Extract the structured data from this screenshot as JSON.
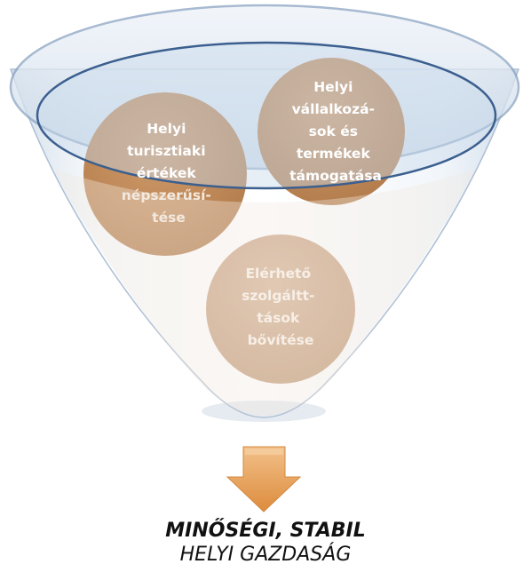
{
  "circles": [
    {
      "id": "left",
      "lines": [
        "Helyi",
        "turisztiaki",
        "értékek",
        "népszerűsí-",
        "tése"
      ]
    },
    {
      "id": "right",
      "lines": [
        "Helyi",
        "vállalkozá-",
        "sok és",
        "termékek",
        "támogatása"
      ]
    },
    {
      "id": "bottom",
      "lines": [
        "Elérhető",
        "szolgáltt-",
        "tások",
        "bővítése"
      ]
    }
  ],
  "result": {
    "line1": "MINŐSÉGI, STABIL",
    "line2": "HELYI GAZDASÁG"
  },
  "colors": {
    "funnel_fill": "#dde8f2",
    "funnel_stroke": "#7e9cbf",
    "circle_fill": "#c08d60",
    "arrow_fill": "#e8a257",
    "text_white": "#ffffff"
  }
}
